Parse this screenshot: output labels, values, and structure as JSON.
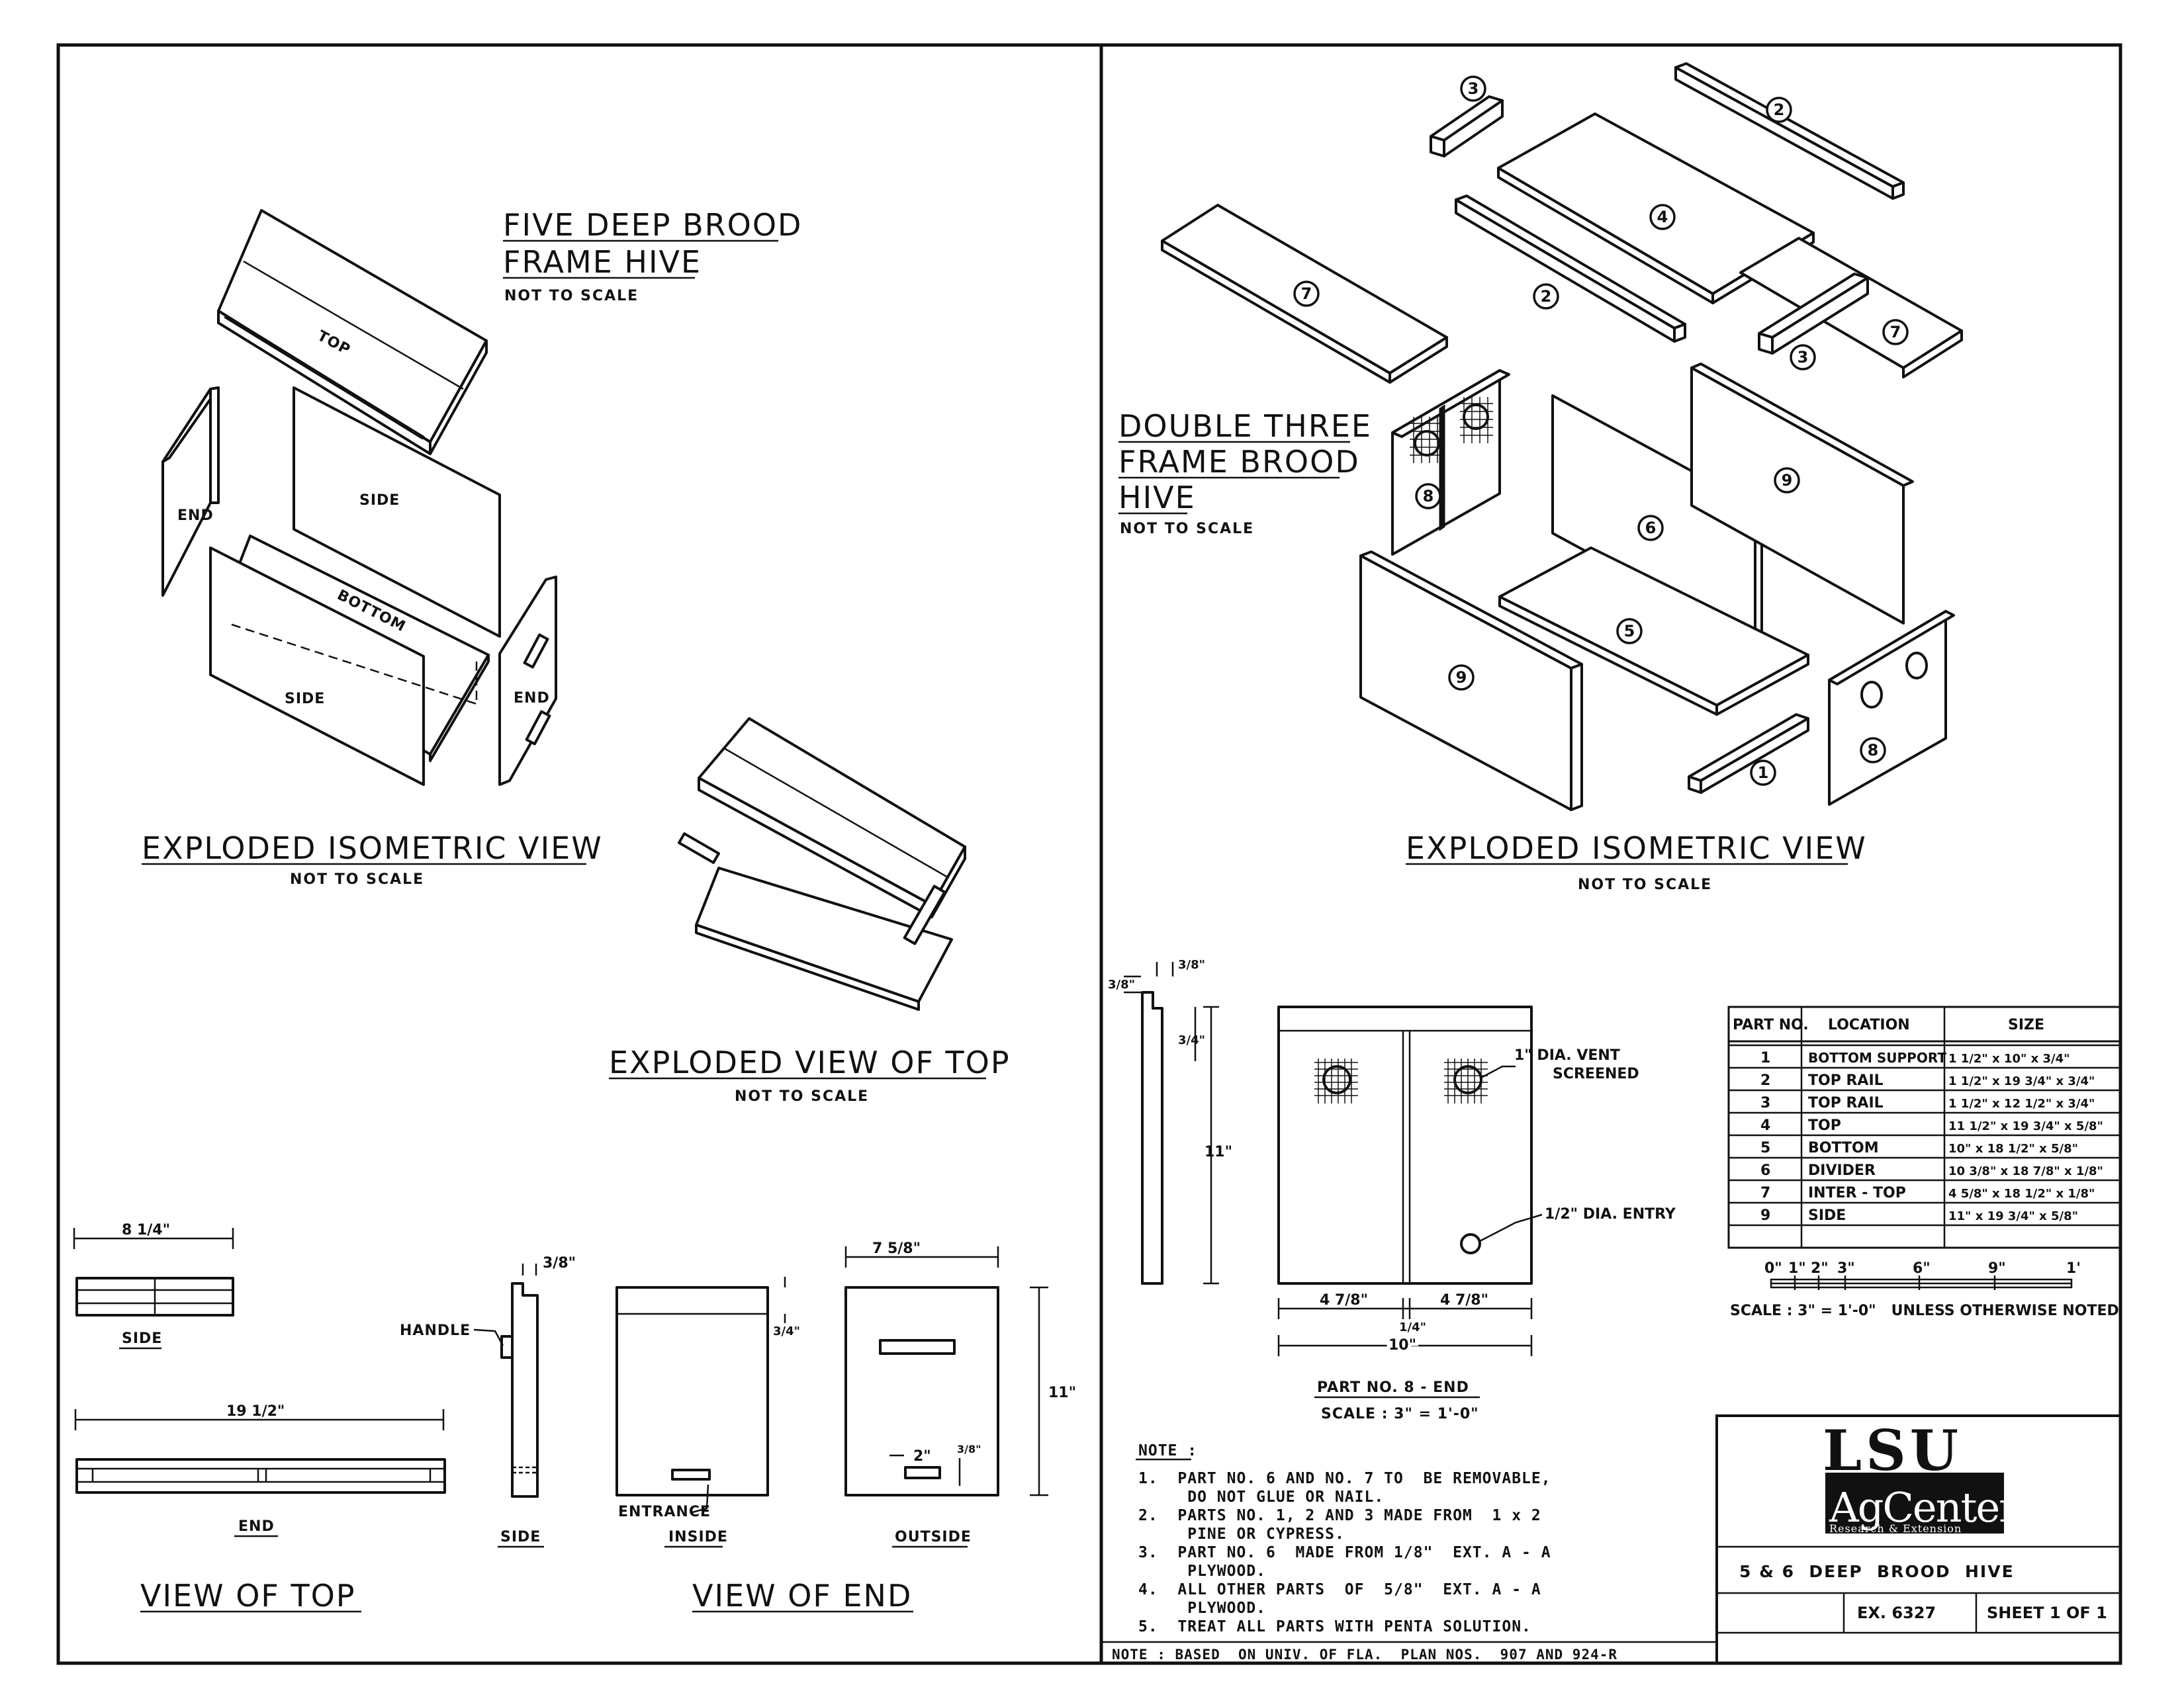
{
  "left_panel": {
    "title_line1": "FIVE DEEP BROOD",
    "title_line2": "FRAME HIVE",
    "title_scale": "NOT TO SCALE",
    "parts": {
      "top": "TOP",
      "side": "SIDE",
      "bottom": "BOTTOM",
      "end": "END"
    },
    "iso_caption": "EXPLODED ISOMETRIC VIEW",
    "iso_scale": "NOT TO SCALE",
    "top_caption": "EXPLODED VIEW OF TOP",
    "top_scale": "NOT TO SCALE",
    "view_of_top": {
      "title": "VIEW OF TOP",
      "side_label": "SIDE",
      "end_label": "END",
      "width_dim": "8 1/4\"",
      "length_dim": "19 1/2\""
    },
    "view_of_end": {
      "title": "VIEW OF END",
      "side_label": "SIDE",
      "inside_label": "INSIDE",
      "outside_label": "OUTSIDE",
      "handle_label": "HANDLE",
      "entrance_label": "ENTRANCE",
      "top_dim": "7 5/8\"",
      "height_dim": "11\"",
      "lip_dim": "3/8\"",
      "inside_dim": "3/4\"",
      "entrance_dim": "2\"",
      "entrance_height": "3/8\""
    }
  },
  "right_panel": {
    "title_line1": "DOUBLE THREE",
    "title_line2": "FRAME BROOD",
    "title_line3": "HIVE",
    "title_scale": "NOT TO SCALE",
    "iso_caption": "EXPLODED ISOMETRIC VIEW",
    "iso_scale": "NOT TO SCALE",
    "part_numbers": [
      "1",
      "2",
      "3",
      "4",
      "5",
      "6",
      "7",
      "8",
      "9"
    ],
    "end_detail": {
      "caption": "PART NO. 8 - END",
      "scale": "SCALE : 3\" = 1'-0\"",
      "vent_label_1": "1\" DIA. VENT",
      "vent_label_2": "SCREENED",
      "entry_label": "1/2\" DIA. ENTRY",
      "dim_half_left": "4 7/8\"",
      "dim_half_right": "4 7/8\"",
      "dim_gap": "1/4\"",
      "dim_total": "10\"",
      "dim_height": "11\"",
      "dim_top_a": "3/8\"",
      "dim_top_b": "3/8\"",
      "dim_rebate": "3/4\""
    }
  },
  "parts_table": {
    "headers": [
      "PART NO.",
      "LOCATION",
      "SIZE"
    ],
    "rows": [
      [
        "1",
        "BOTTOM SUPPORT",
        "1 1/2\" x 10\" x 3/4\""
      ],
      [
        "2",
        "TOP RAIL",
        "1 1/2\" x 19 3/4\" x 3/4\""
      ],
      [
        "3",
        "TOP RAIL",
        "1 1/2\" x 12 1/2\" x 3/4\""
      ],
      [
        "4",
        "TOP",
        "11 1/2\" x 19 3/4\" x 5/8\""
      ],
      [
        "5",
        "BOTTOM",
        "10\" x 18 1/2\" x 5/8\""
      ],
      [
        "6",
        "DIVIDER",
        "10 3/8\" x 18 7/8\" x 1/8\""
      ],
      [
        "7",
        "INTER - TOP",
        "4 5/8\" x 18 1/2\" x 1/8\""
      ],
      [
        "9",
        "SIDE",
        "11\" x 19 3/4\" x 5/8\""
      ]
    ]
  },
  "scale_bar": {
    "ticks": [
      "0\"",
      "1\"",
      "2\"",
      "3\"",
      "6\"",
      "9\"",
      "1'"
    ],
    "caption": "SCALE : 3\" = 1'-0\"   UNLESS OTHERWISE NOTED"
  },
  "notes": {
    "heading": "NOTE :",
    "lines": [
      "1.  PART NO. 6 AND NO. 7 TO  BE REMOVABLE,",
      "     DO NOT GLUE OR NAIL.",
      "2.  PARTS NO. 1, 2 AND 3 MADE FROM  1 x 2",
      "     PINE OR CYPRESS.",
      "3.  PART NO. 6  MADE FROM 1/8\"  EXT. A - A",
      "     PLYWOOD.",
      "4.  ALL OTHER PARTS  OF  5/8\"  EXT. A - A",
      "     PLYWOOD.",
      "5.  TREAT ALL PARTS WITH PENTA SOLUTION."
    ],
    "footer": "NOTE : BASED  ON UNIV. OF FLA.  PLAN NOS.  907 AND 924-R"
  },
  "title_block": {
    "logo_top": "LSU",
    "logo_mid": "AgCenter",
    "logo_sub": "Research & Extension",
    "drawing_title": "5 & 6  DEEP  BROOD  HIVE",
    "number": "EX. 6327",
    "sheet": "SHEET 1 OF 1"
  }
}
